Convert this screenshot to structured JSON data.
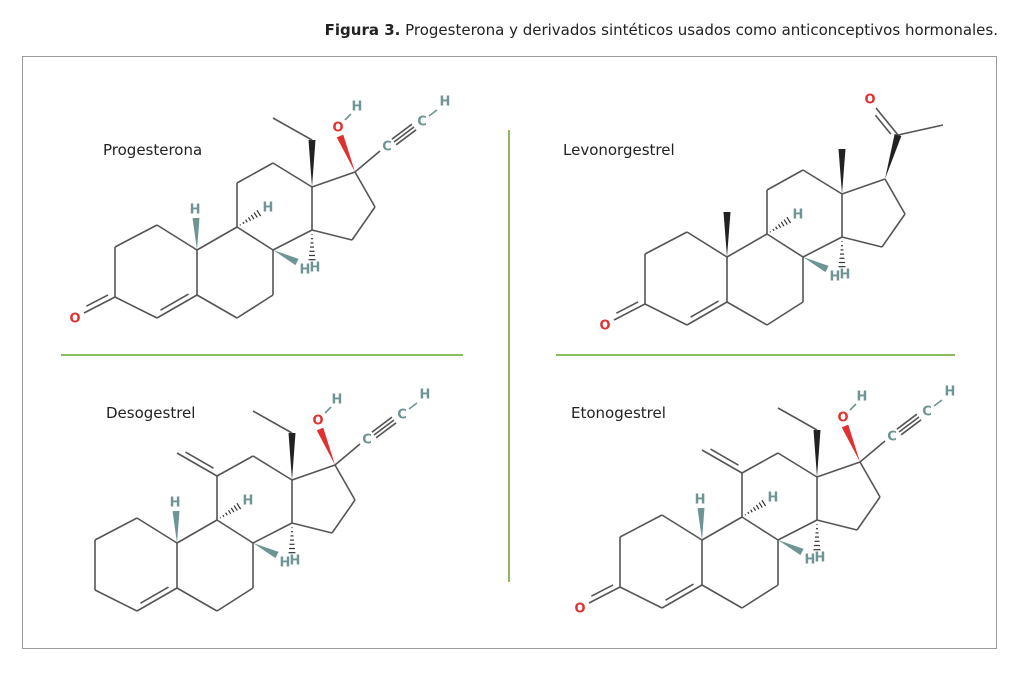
{
  "caption": {
    "label": "Figura 3.",
    "text": " Progesterona y derivados sintéticos usados como anticonceptivos hormonales."
  },
  "colors": {
    "bond": "#555555",
    "oxygen": "#e0302f",
    "hydrogen": "#6e9494",
    "divider": "#8cbb5e",
    "frame": "#9a9a9a"
  },
  "atoms": {
    "O": "O",
    "H": "H",
    "C": "C"
  },
  "molecules": [
    {
      "name": "Progesterona",
      "ketone": true,
      "c10_methyl": false,
      "c13": "ethyl",
      "c17": "ethynyl-ol",
      "c11_methylene": false
    },
    {
      "name": "Levonorgestrel",
      "ketone": true,
      "c10_methyl": true,
      "c13": "methyl",
      "c17": "acetyl",
      "c11_methylene": false
    },
    {
      "name": "Desogestrel",
      "ketone": false,
      "c10_methyl": false,
      "c13": "ethyl",
      "c17": "ethynyl-ol",
      "c11_methylene": true
    },
    {
      "name": "Etonogestrel",
      "ketone": true,
      "c10_methyl": false,
      "c13": "ethyl",
      "c17": "ethynyl-ol",
      "c11_methylene": true
    }
  ]
}
